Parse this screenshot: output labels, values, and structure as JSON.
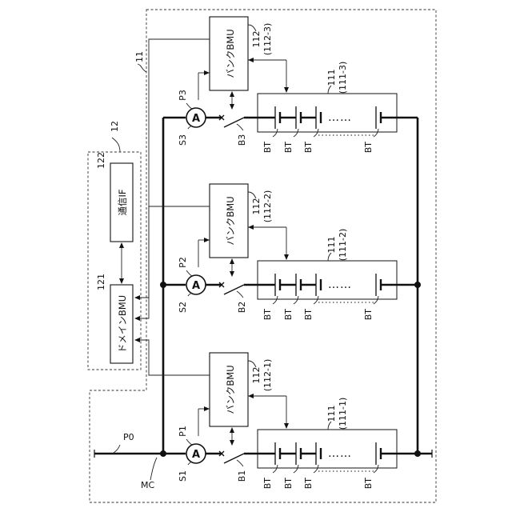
{
  "labels": {
    "mc": "MC",
    "p0": "P0",
    "domain_unit": "12",
    "system": "11",
    "domain_bmu_ref": "121",
    "comm_if_ref": "122",
    "domain_bmu": "ドメインBMU",
    "comm_if": "通信IF",
    "cell_ref": "BT",
    "ellipsis": "……"
  },
  "banks": [
    {
      "p": "P1",
      "s": "S1",
      "b": "B1",
      "bmu": "バンクBMU",
      "bmu_ref": "112",
      "bmu_sub": "(112-1)",
      "batt_ref": "111",
      "batt_sub": "(111-1)"
    },
    {
      "p": "P2",
      "s": "S2",
      "b": "B2",
      "bmu": "バンクBMU",
      "bmu_ref": "112",
      "bmu_sub": "(112-2)",
      "batt_ref": "111",
      "batt_sub": "(111-2)"
    },
    {
      "p": "P3",
      "s": "S3",
      "b": "B3",
      "bmu": "バンクBMU",
      "bmu_ref": "112",
      "bmu_sub": "(112-3)",
      "batt_ref": "111",
      "batt_sub": "(111-3)"
    }
  ],
  "ammeter": "A"
}
